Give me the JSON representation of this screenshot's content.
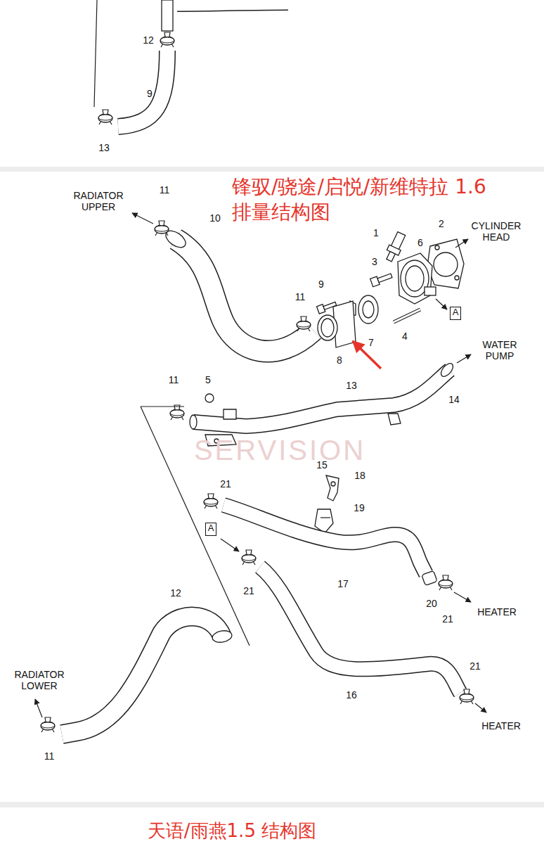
{
  "diagram": {
    "title": "锋驭/骁途/启悦/新维特拉 1.6排量结构图",
    "nodes": [
      {
        "text": [
          "A"
        ]
      },
      {
        "text": [
          "A"
        ]
      }
    ],
    "labels": [
      "12",
      "9",
      "13",
      "RADIATOR UPPER",
      "11",
      "10",
      "1",
      "2",
      "CYLINDER HEAD",
      "3",
      "6",
      "9",
      "11",
      "7",
      "4",
      "8",
      "5",
      "11",
      "13",
      "WATER PUMP",
      "14",
      "15",
      "18",
      "SERVISION",
      "21",
      "19",
      "17",
      "21",
      "12",
      "20",
      "HEATER",
      "21",
      "21",
      "RADIATOR LOWER",
      "16",
      "HEATER",
      "11",
      "天语/雨燕1.5 结构图"
    ]
  }
}
